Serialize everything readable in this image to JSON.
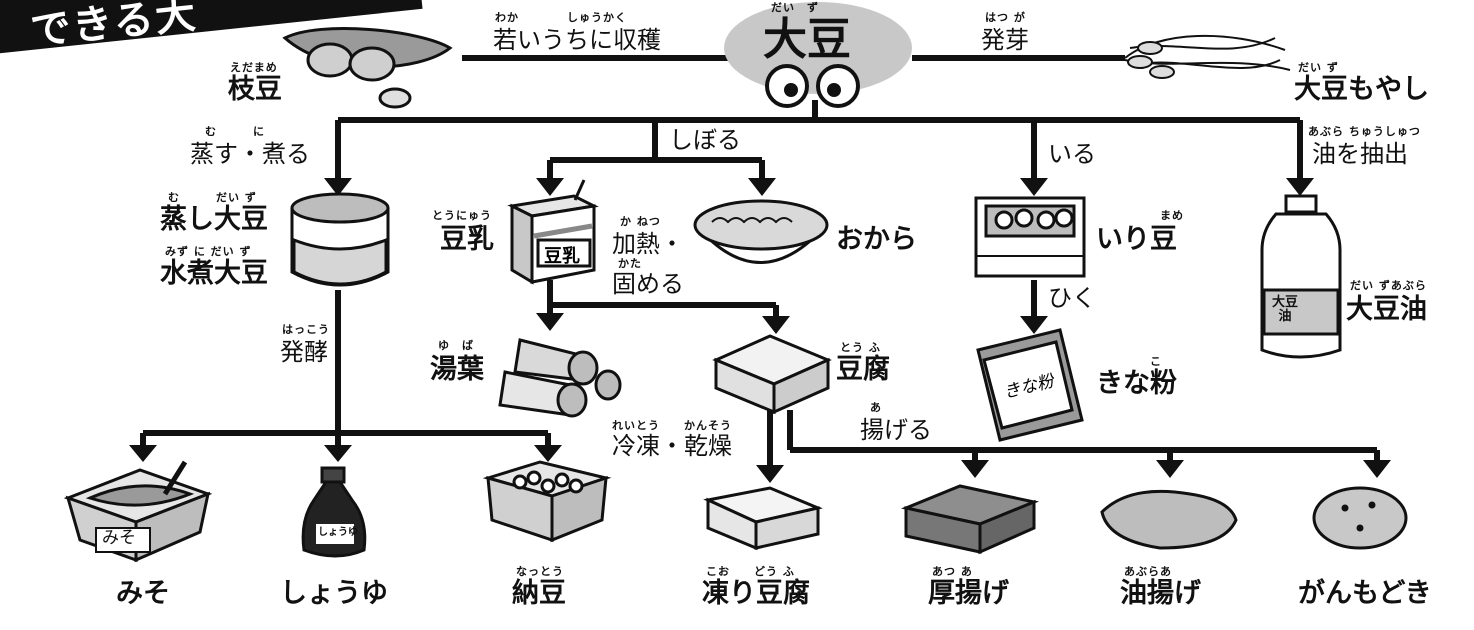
{
  "banner": {
    "title": "できる大"
  },
  "center": {
    "ruby": "だい　ず",
    "label": "大豆"
  },
  "branches": {
    "harvest_ruby": "わか　　　　しゅうかく",
    "harvest": "若いうちに収穫",
    "sprout_ruby": "はつ が",
    "sprout": "発芽",
    "steam_ruby": "む　　　に",
    "steam": "蒸す・煮る",
    "squeeze": "しぼる",
    "roast": "いる",
    "oil_ruby": "あぶら ちゅうしゅつ",
    "oil": "油を抽出",
    "heat_ruby": "か ねつ",
    "heat": "加熱・",
    "set_ruby": "かた",
    "set": "固める",
    "grind": "ひく",
    "ferment_ruby": "はっこう",
    "ferment": "発酵",
    "freeze_ruby": "れいとう　　かんそう",
    "freeze": "冷凍・乾燥",
    "fry_ruby": "あ",
    "fry": "揚げる"
  },
  "products": {
    "edamame": {
      "ruby": "えだまめ",
      "label": "枝豆"
    },
    "moyashi": {
      "ruby": "だい ず",
      "label": "大豆もやし"
    },
    "mushi": {
      "ruby": "む　　　だい ず",
      "label": "蒸し大豆"
    },
    "mizuni": {
      "ruby": "みず に だい ず",
      "label": "水煮大豆"
    },
    "tonyu": {
      "ruby": "とうにゅう",
      "label": "豆乳"
    },
    "okara": {
      "label": "おから"
    },
    "irimame": {
      "ruby": "まめ",
      "label": "いり豆"
    },
    "daizuyu": {
      "ruby": "だい ずあぶら",
      "label": "大豆油"
    },
    "yuba": {
      "ruby": "ゆ　ば",
      "label": "湯葉"
    },
    "tofu": {
      "ruby": "とう ふ",
      "label": "豆腐"
    },
    "kinako": {
      "ruby": "こ",
      "label": "きな粉"
    },
    "miso": {
      "label": "みそ"
    },
    "shoyu": {
      "label": "しょうゆ"
    },
    "natto": {
      "ruby": "なっとう",
      "label": "納豆"
    },
    "koridofu": {
      "ruby": "こお　　どう ふ",
      "label": "凍り豆腐"
    },
    "atsuage": {
      "ruby": "あつ あ",
      "label": "厚揚げ"
    },
    "aburaage": {
      "ruby": "あぶらあ",
      "label": "油揚げ"
    },
    "ganmodoki": {
      "label": "がんもどき"
    }
  },
  "illustration_text": {
    "tonyu_box": "豆乳",
    "kinako_bag": "きな粉",
    "oil_bottle": "大豆油",
    "miso_tub": "みそ",
    "shoyu_bottle": "しょうゆ"
  },
  "colors": {
    "line": "#111111",
    "bean": "#c8c8c8",
    "light": "#e6e6e6",
    "dark": "#555555"
  }
}
